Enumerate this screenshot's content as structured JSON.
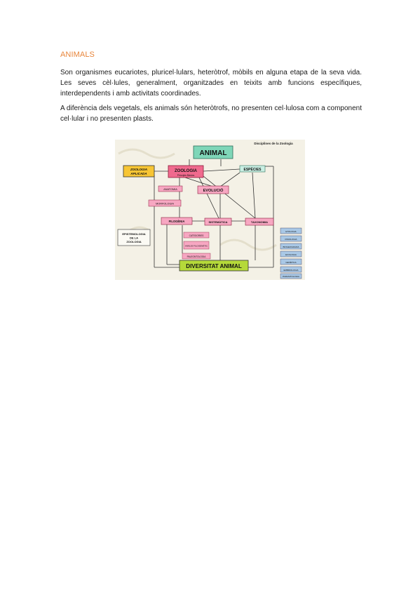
{
  "heading": "ANIMALS",
  "paragraphs": [
    "Son organismes eucariotes, pluricel·lulars, heteròtrof, mòbils en alguna etapa de la seva vida. Les seves cèl·lules, generalment, organitzades en teixits amb funcions específiques, interdependents i amb activitats coordinades.",
    "A diferència dels vegetals, els animals són heteròtrofs, no presenten cel·lulosa com a component cel·lular i no presenten plasts."
  ],
  "diagram": {
    "title": "Disciplines de la Zoologia",
    "animal": "ANIMAL",
    "zoologia": "ZOOLOGIA",
    "zoologia_sub": "Principis Bàsics",
    "especies": "ESPÈCIES",
    "zoologia_aplicada": [
      "ZOOLOGIA",
      "APLICADA"
    ],
    "anatomia": "ANATOMIA",
    "morfologia": "MORFOLOGIA",
    "filogenia": "FILOGÈNIA",
    "evolucio": "EVOLUCIÓ",
    "sistematica": "SISTEMÀTICA",
    "taxonomia": "TAXONOMIA",
    "diversitat": "DIVERSITAT ANIMAL",
    "epistemologia": [
      "EPISTEMOLOGIA",
      "DE LA",
      "ZOOLOGIA"
    ],
    "sub_boxes": [
      "CATEGORIES",
      "ANÀLISI FILOGENÈTIC",
      "PALEONTOLOGIA"
    ],
    "side_list": [
      "ETOLOGIA",
      "FISIOLOGIA",
      "BIOGEOGRAFIA",
      "ECOLOGIA",
      "GENÈTICA",
      "EMBRIOLOGIA",
      "PARASITOLOGIA"
    ]
  }
}
